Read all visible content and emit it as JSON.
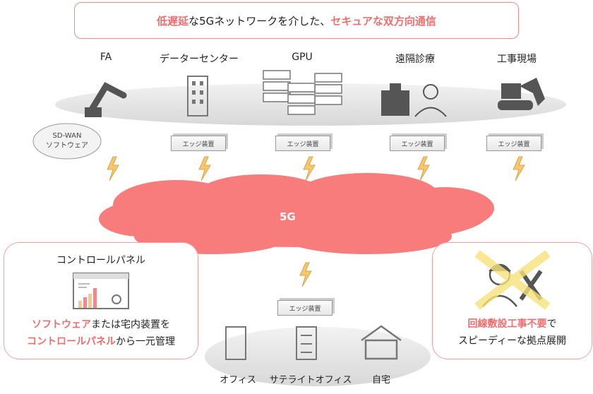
{
  "title": {
    "part1": "低遅延",
    "part2": "な5Gネットワークを介した、",
    "part3": "セキュアな双方向通信"
  },
  "sites": [
    {
      "label": "FA"
    },
    {
      "label": "データーセンター"
    },
    {
      "label": "GPU"
    },
    {
      "label": "遠隔診療"
    },
    {
      "label": "工事現場"
    }
  ],
  "sdwan": {
    "line1": "SD-WAN",
    "line2": "ソフトウェア"
  },
  "edge_label": "エッジ装置",
  "cloud_label": "5G",
  "left_panel": {
    "title": "コントロールパネル",
    "l1_hl": "ソフトウェア",
    "l1_rest": "または宅内装置を",
    "l2_hl": "コントロールパネル",
    "l2_rest": "から一元管理"
  },
  "right_panel": {
    "l1_hl": "回線敷設工事不要",
    "l1_rest": "で",
    "l2": "スピーディーな拠点展開"
  },
  "bottom": [
    {
      "label": "オフィス"
    },
    {
      "label": "サテライトオフィス"
    },
    {
      "label": "自宅"
    }
  ],
  "colors": {
    "accent": "#ef6f6f",
    "cloud": "#f87c7c",
    "ellipse": "#e4e4e4"
  }
}
